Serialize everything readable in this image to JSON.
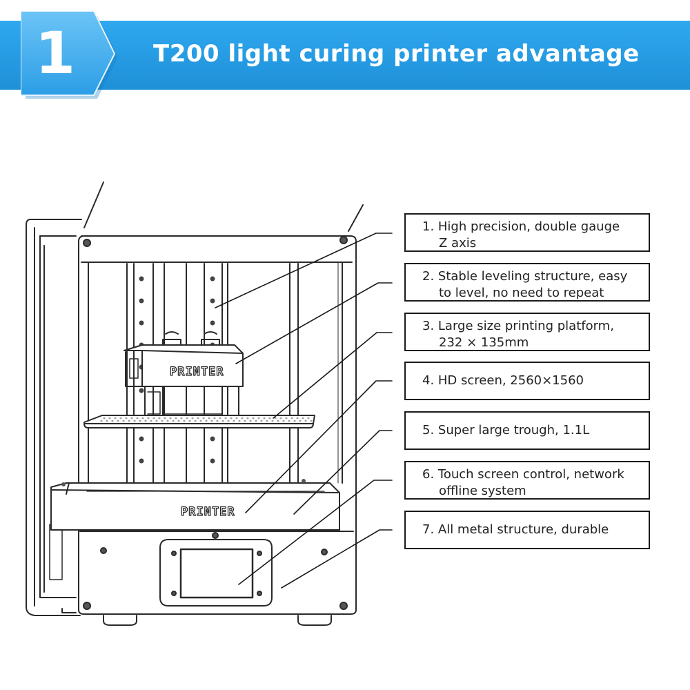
{
  "header": {
    "step_number": "1",
    "title": "T200 light curing printer advantage",
    "banner_color": "#2196e3",
    "badge_color": "#48b3f3"
  },
  "printer": {
    "platform_brand": "PRINTER",
    "base_brand": "PRINTER"
  },
  "features": [
    {
      "line1": "1. High precision, double gauge",
      "line2": "Z axis"
    },
    {
      "line1": "2. Stable leveling structure, easy",
      "line2": "to level, no need to repeat"
    },
    {
      "line1": "3. Large size printing platform,",
      "line2": "232 × 135mm"
    },
    {
      "line1": "4. HD screen, 2560×1560",
      "line2": ""
    },
    {
      "line1": "5. Super large trough, 1.1L",
      "line2": ""
    },
    {
      "line1": "6. Touch screen control, network",
      "line2": "offline system"
    },
    {
      "line1": "7. All metal structure, durable",
      "line2": ""
    }
  ]
}
